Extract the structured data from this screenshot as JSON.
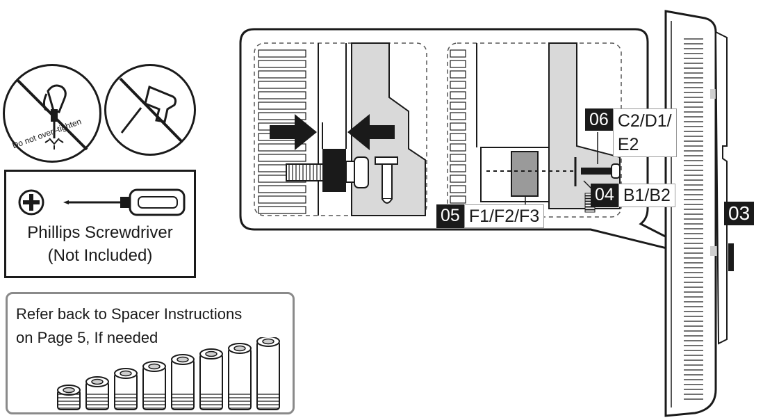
{
  "warnings": {
    "overtighten_text": "Do not over–tighten"
  },
  "tool": {
    "line1": "Phillips Screwdriver",
    "line2": "(Not Included)"
  },
  "spacer": {
    "line1": "Refer back to Spacer Instructions",
    "line2": "on Page 5, If needed"
  },
  "tags": {
    "t06_num": "06",
    "t06_line1": "C2/D1/",
    "t06_line2": "E2",
    "t04_num": "04",
    "t04_label": "B1/B2",
    "t05_num": "05",
    "t05_label": "F1/F2/F3",
    "t03_num": "03"
  },
  "colors": {
    "ink": "#1a1a1a",
    "panel_gray": "#d9d9d9",
    "box_gray": "#8a8a8a"
  }
}
